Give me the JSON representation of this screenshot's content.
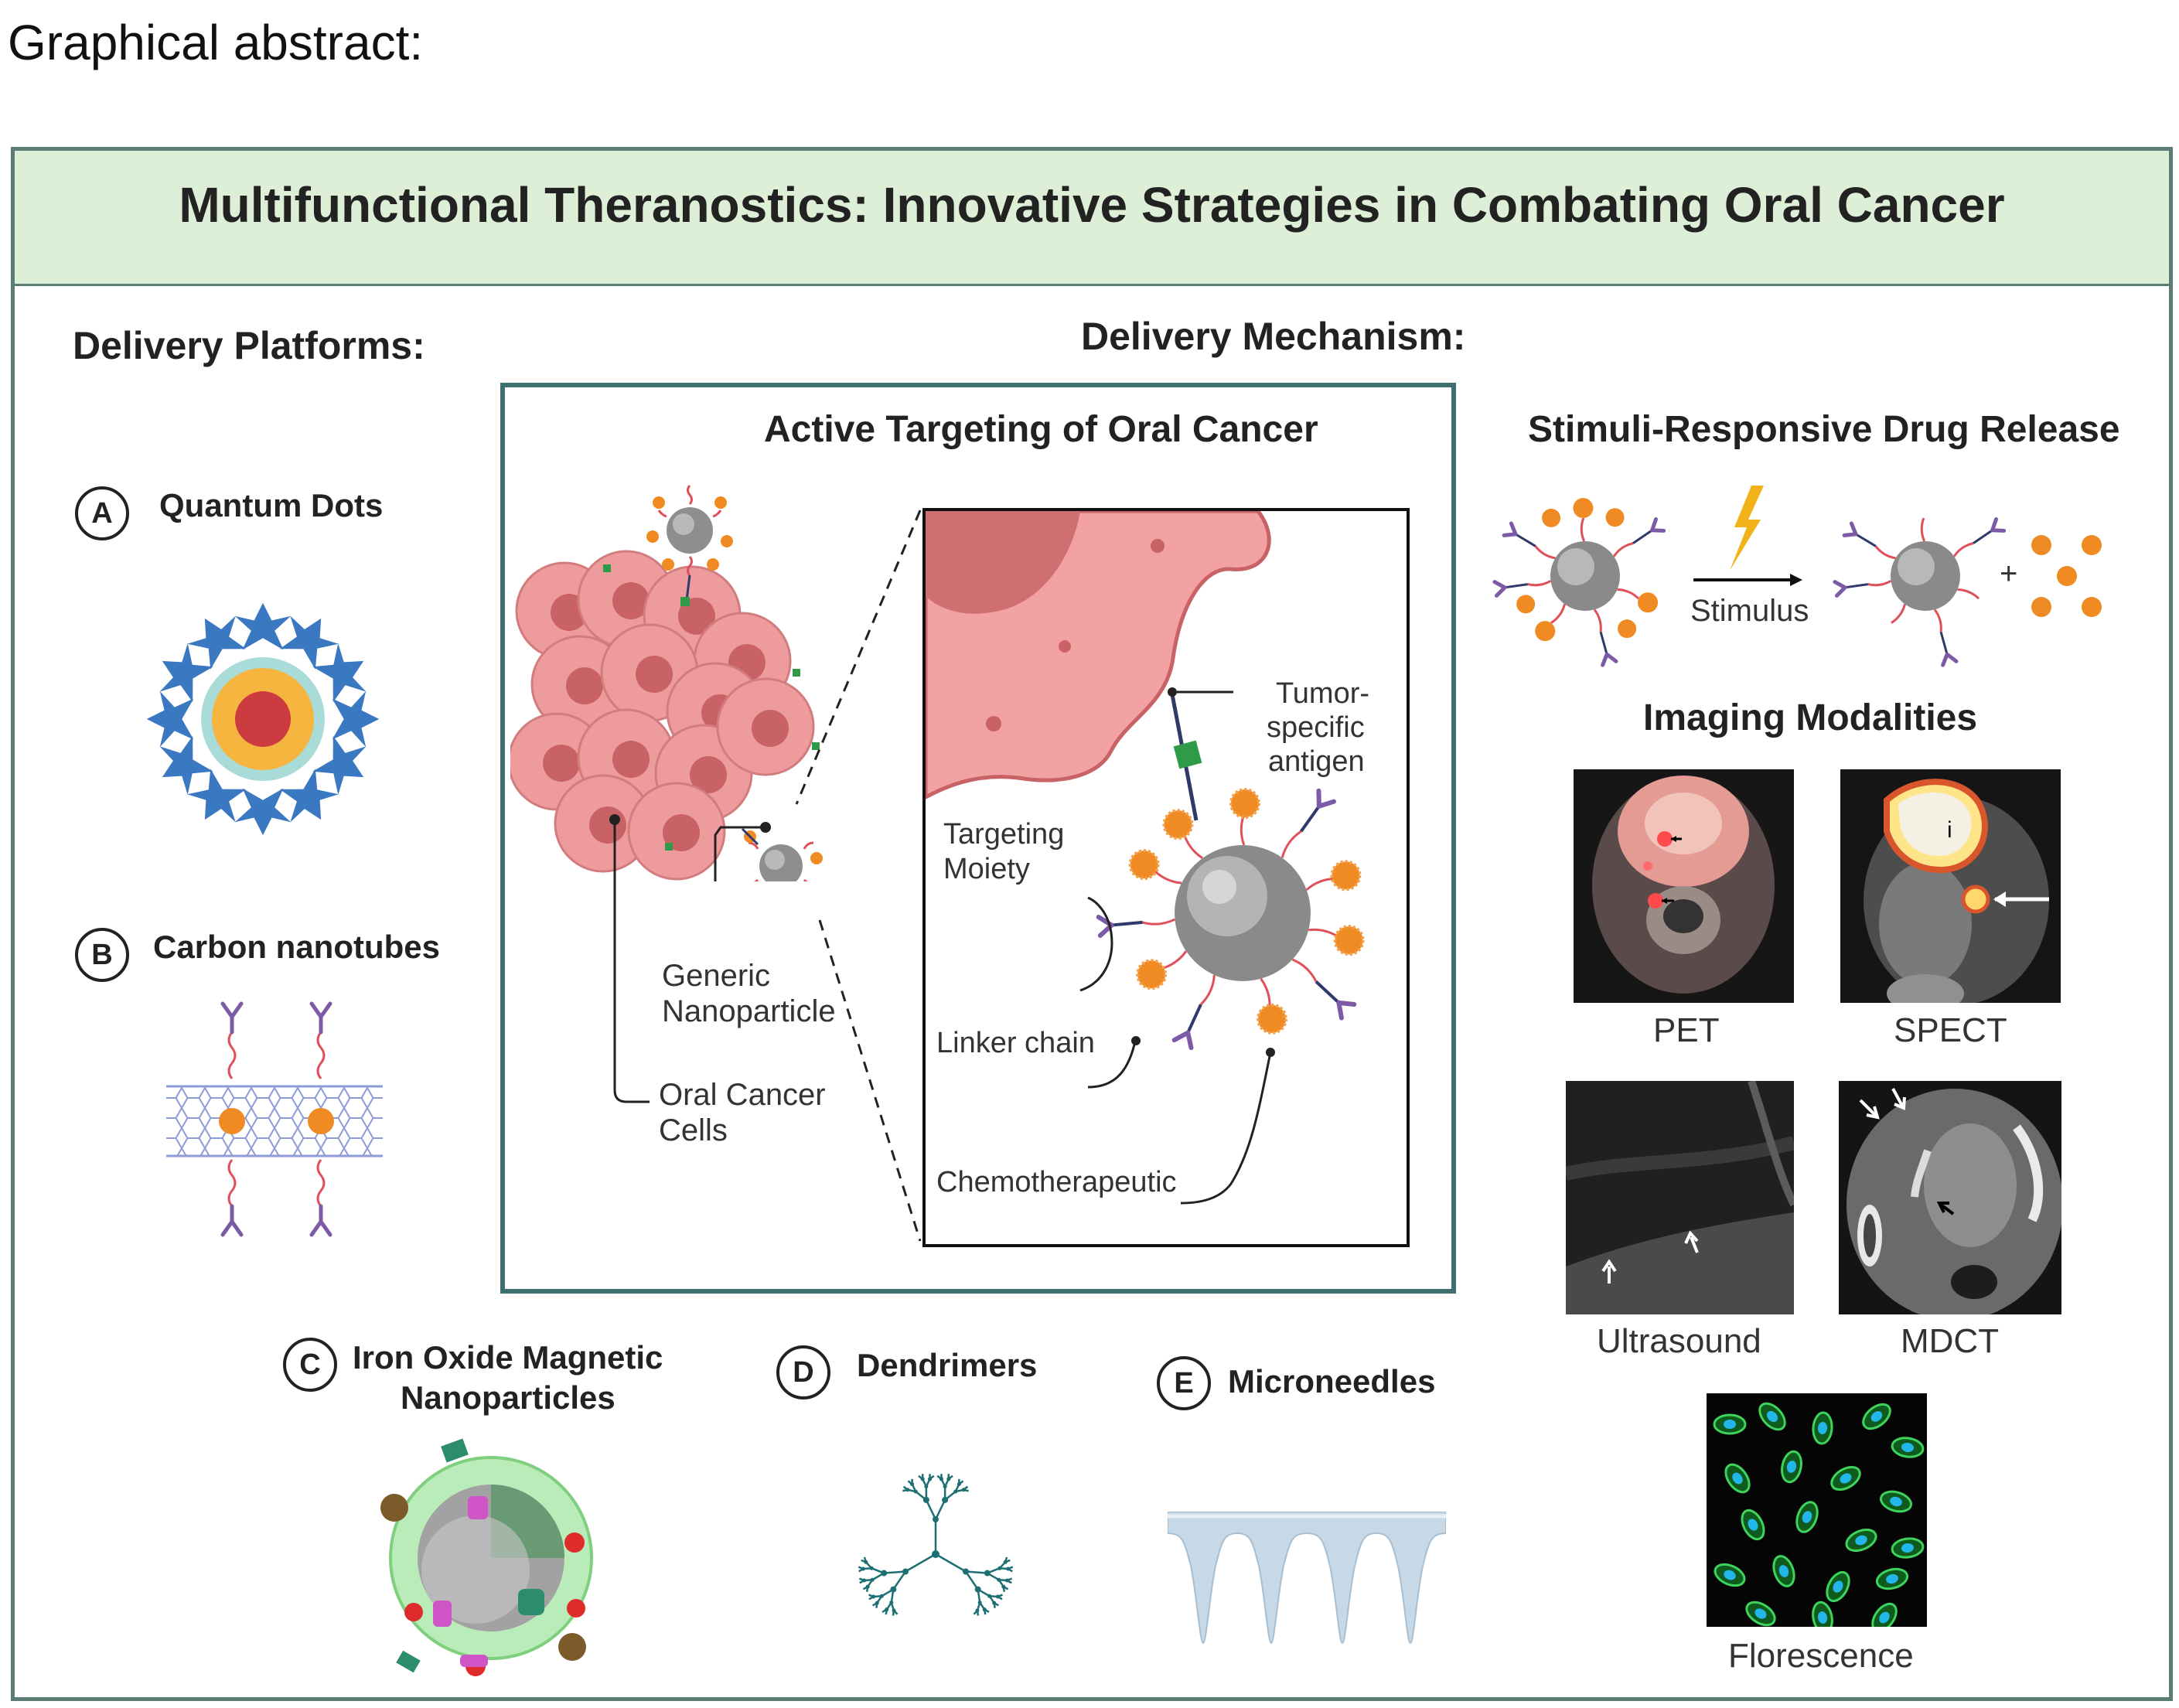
{
  "header": {
    "graphical_abstract_label": "Graphical abstract:",
    "main_title": "Multifunctional Theranostics: Innovative Strategies in Combating Oral Cancer"
  },
  "sections": {
    "delivery_platforms": "Delivery Platforms:",
    "delivery_mechanism": "Delivery Mechanism:",
    "active_targeting": "Active Targeting of Oral Cancer",
    "stimuli_release": "Stimuli-Responsive Drug Release",
    "imaging": "Imaging Modalities"
  },
  "platforms": {
    "a": {
      "letter": "A",
      "name": "Quantum Dots"
    },
    "b": {
      "letter": "B",
      "name": "Carbon nanotubes"
    },
    "c": {
      "letter": "C",
      "name_line1": "Iron Oxide Magnetic",
      "name_line2": "Nanoparticles"
    },
    "d": {
      "letter": "D",
      "name": "Dendrimers"
    },
    "e": {
      "letter": "E",
      "name": "Microneedles"
    }
  },
  "mechanism_labels": {
    "generic_np_1": "Generic",
    "generic_np_2": "Nanoparticle",
    "oral_cells_1": "Oral Cancer",
    "oral_cells_2": "Cells",
    "tumor_antigen_1": "Tumor-",
    "tumor_antigen_2": "specific",
    "tumor_antigen_3": "antigen",
    "targeting_1": "Targeting",
    "targeting_2": "Moiety",
    "linker": "Linker chain",
    "chemo": "Chemotherapeutic"
  },
  "stimuli": {
    "stimulus": "Stimulus",
    "plus": "+"
  },
  "modalities": {
    "pet": "PET",
    "spect": "SPECT",
    "ultrasound": "Ultrasound",
    "mdct": "MDCT",
    "florescence": "Florescence",
    "spect_mark": "i"
  },
  "colors": {
    "title_band": "#ddefd6",
    "frame": "#5b7d76",
    "quantum_blue": "#3a78c2",
    "core_red": "#cc3b3f",
    "shell_yellow": "#f6b53f",
    "shell_teal": "#a9dcd8",
    "drug_orange": "#f08a23",
    "antibody_purple": "#7d5aa6",
    "linker_red": "#e0505a",
    "cell_pink": "#ee9b9d",
    "cell_dark": "#c86265",
    "nanotube_lines": "#8d9bd8",
    "dendrimer": "#1e6f73",
    "microneedle": "#c7d8e6",
    "florescence_green": "#3ed35c",
    "florescence_blue": "#22b7e8"
  }
}
